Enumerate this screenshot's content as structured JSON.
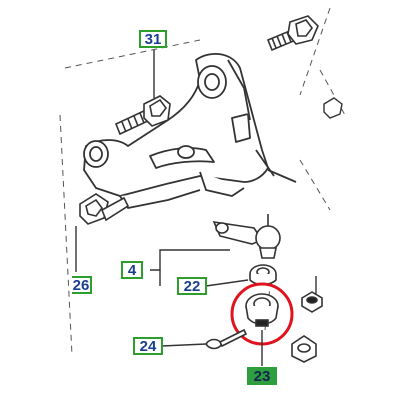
{
  "diagram": {
    "callouts": [
      {
        "id": "31",
        "label": "31"
      },
      {
        "id": "26",
        "label": "26"
      },
      {
        "id": "4",
        "label": "4"
      },
      {
        "id": "22",
        "label": "22"
      },
      {
        "id": "24",
        "label": "24"
      },
      {
        "id": "23",
        "label": "23",
        "highlighted": true
      }
    ],
    "colors": {
      "line": "#333333",
      "callout_border": "#2e9e2e",
      "callout_text": "#1b3f8f",
      "highlight_fill": "#2f9e3f",
      "highlight_circle": "#e0141e"
    }
  }
}
